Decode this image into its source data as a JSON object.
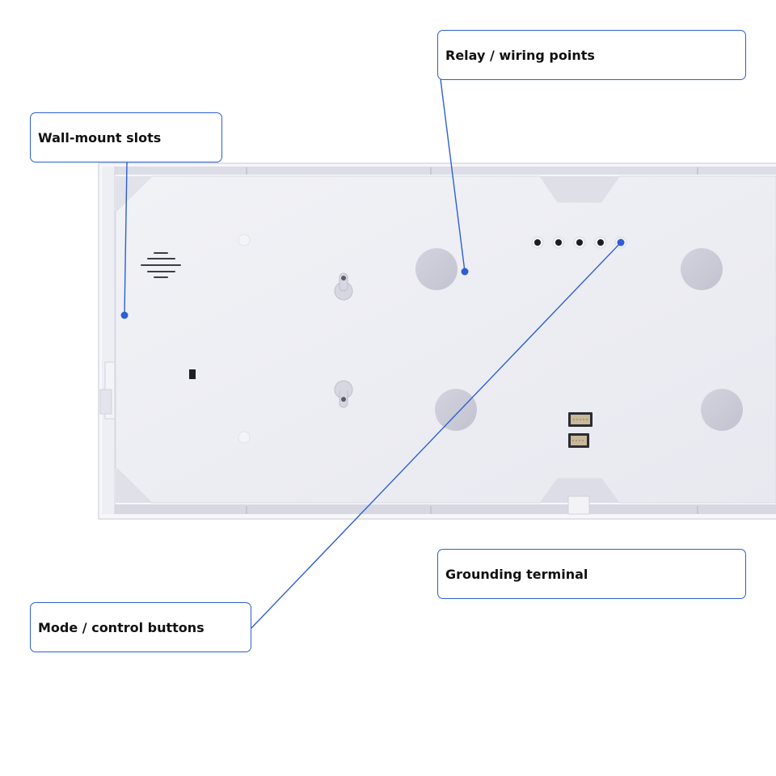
{
  "callouts": {
    "relay_wiring": "Relay / wiring points",
    "wall_mount": "Wall-mount slots",
    "grounding": "Grounding terminal",
    "mode_buttons": "Mode / control buttons"
  },
  "colors": {
    "leader_line": "#2d5fd3",
    "callout_border": "#2d5fd3",
    "panel_face": "#ecedf3",
    "panel_frame": "#f6f6f9",
    "hole_fill": "#c9cad6"
  }
}
